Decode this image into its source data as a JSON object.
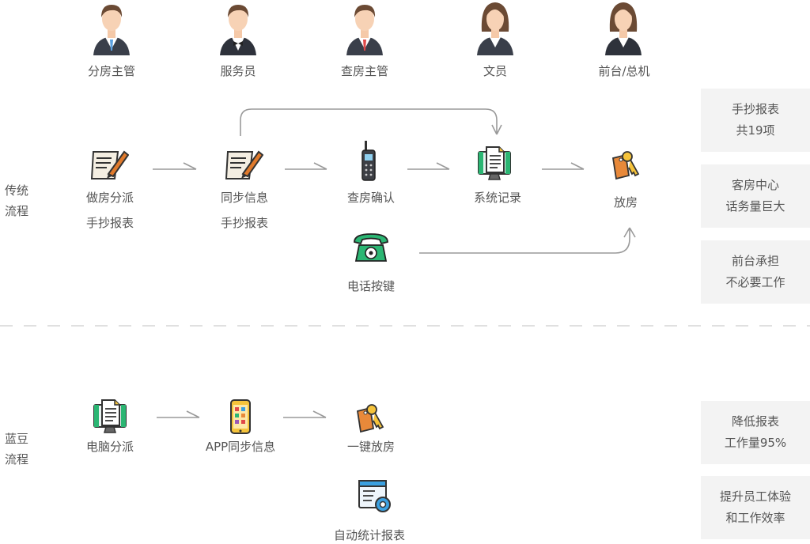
{
  "roles": [
    {
      "label": "分房主管"
    },
    {
      "label": "服务员"
    },
    {
      "label": "查房主管"
    },
    {
      "label": "文员"
    },
    {
      "label": "前台/总机"
    }
  ],
  "traditional": {
    "label_line1": "传统",
    "label_line2": "流程",
    "steps": [
      {
        "line1": "做房分派",
        "line2": "手抄报表"
      },
      {
        "line1": "同步信息",
        "line2": "手抄报表"
      },
      {
        "line1": "查房确认"
      },
      {
        "line1": "系统记录"
      },
      {
        "line1": "放房"
      }
    ],
    "phone_step": "电话按键"
  },
  "landou": {
    "label_line1": "蓝豆",
    "label_line2": "流程",
    "steps": [
      {
        "line1": "电脑分派"
      },
      {
        "line1": "APP同步信息"
      },
      {
        "line1": "一键放房"
      }
    ],
    "report_step": "自动统计报表"
  },
  "cards": [
    {
      "line1": "手抄报表",
      "line2": "共19项"
    },
    {
      "line1": "客房中心",
      "line2": "话务量巨大"
    },
    {
      "line1": "前台承担",
      "line2": "不必要工作"
    },
    {
      "line1": "降低报表",
      "line2": "工作量95%"
    },
    {
      "line1": "提升员工体验",
      "line2": "和工作效率"
    }
  ],
  "colors": {
    "arrow": "#9a9a9a",
    "divider": "#d6d6d6",
    "card_bg": "#f3f3f3",
    "accent_green": "#2bb673",
    "key_orange": "#e8893a"
  }
}
